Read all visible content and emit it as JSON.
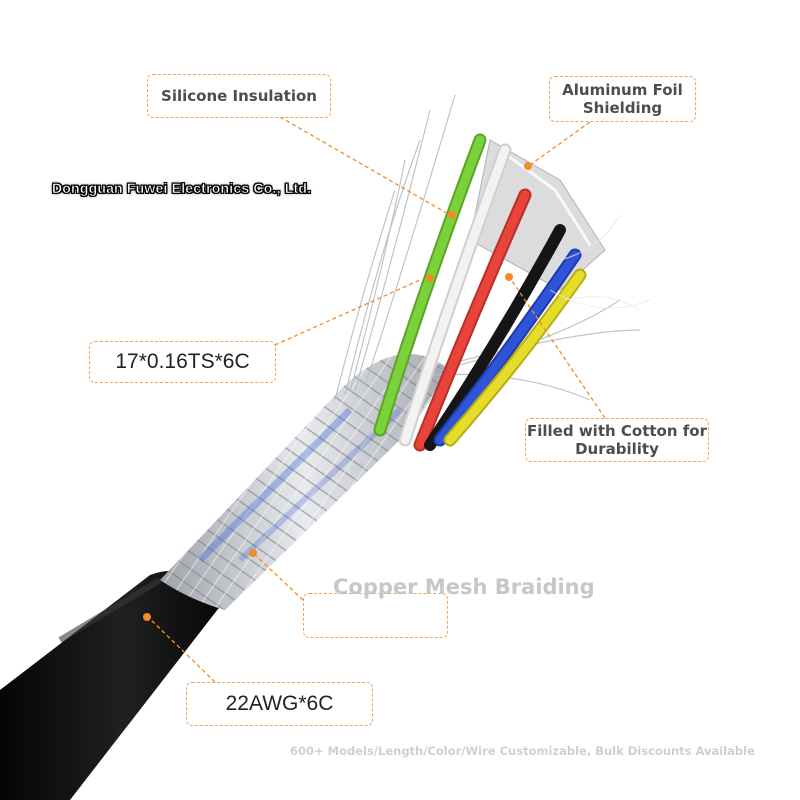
{
  "watermark": {
    "company": "Dongguan Fuwei Electronics Co., Ltd."
  },
  "callouts": {
    "silicone": "Silicone Insulation",
    "aluminum_line1": "Aluminum Foil",
    "aluminum_line2": "Shielding",
    "filled_line1": "Filled with Cotton for",
    "filled_line2": "Durability",
    "strand": "17*0.16TS*6C",
    "mesh": "Copper Mesh Braiding",
    "awg": "22AWG*6C"
  },
  "footer": "600+ Models/Length/Color/Wire Customizable, Bulk Discounts Available",
  "colors": {
    "accent": "#f28c28",
    "jacket": "#111111",
    "braid": "#c9ccd0",
    "wire_green": "#7bd13a",
    "wire_white": "#f2f2f2",
    "wire_red": "#e8443a",
    "wire_black": "#151515",
    "wire_blue": "#2f54d8",
    "wire_yellow": "#e6dd2a",
    "foil": "#d8d8dc"
  },
  "icons": [
    "cable-illustration"
  ]
}
